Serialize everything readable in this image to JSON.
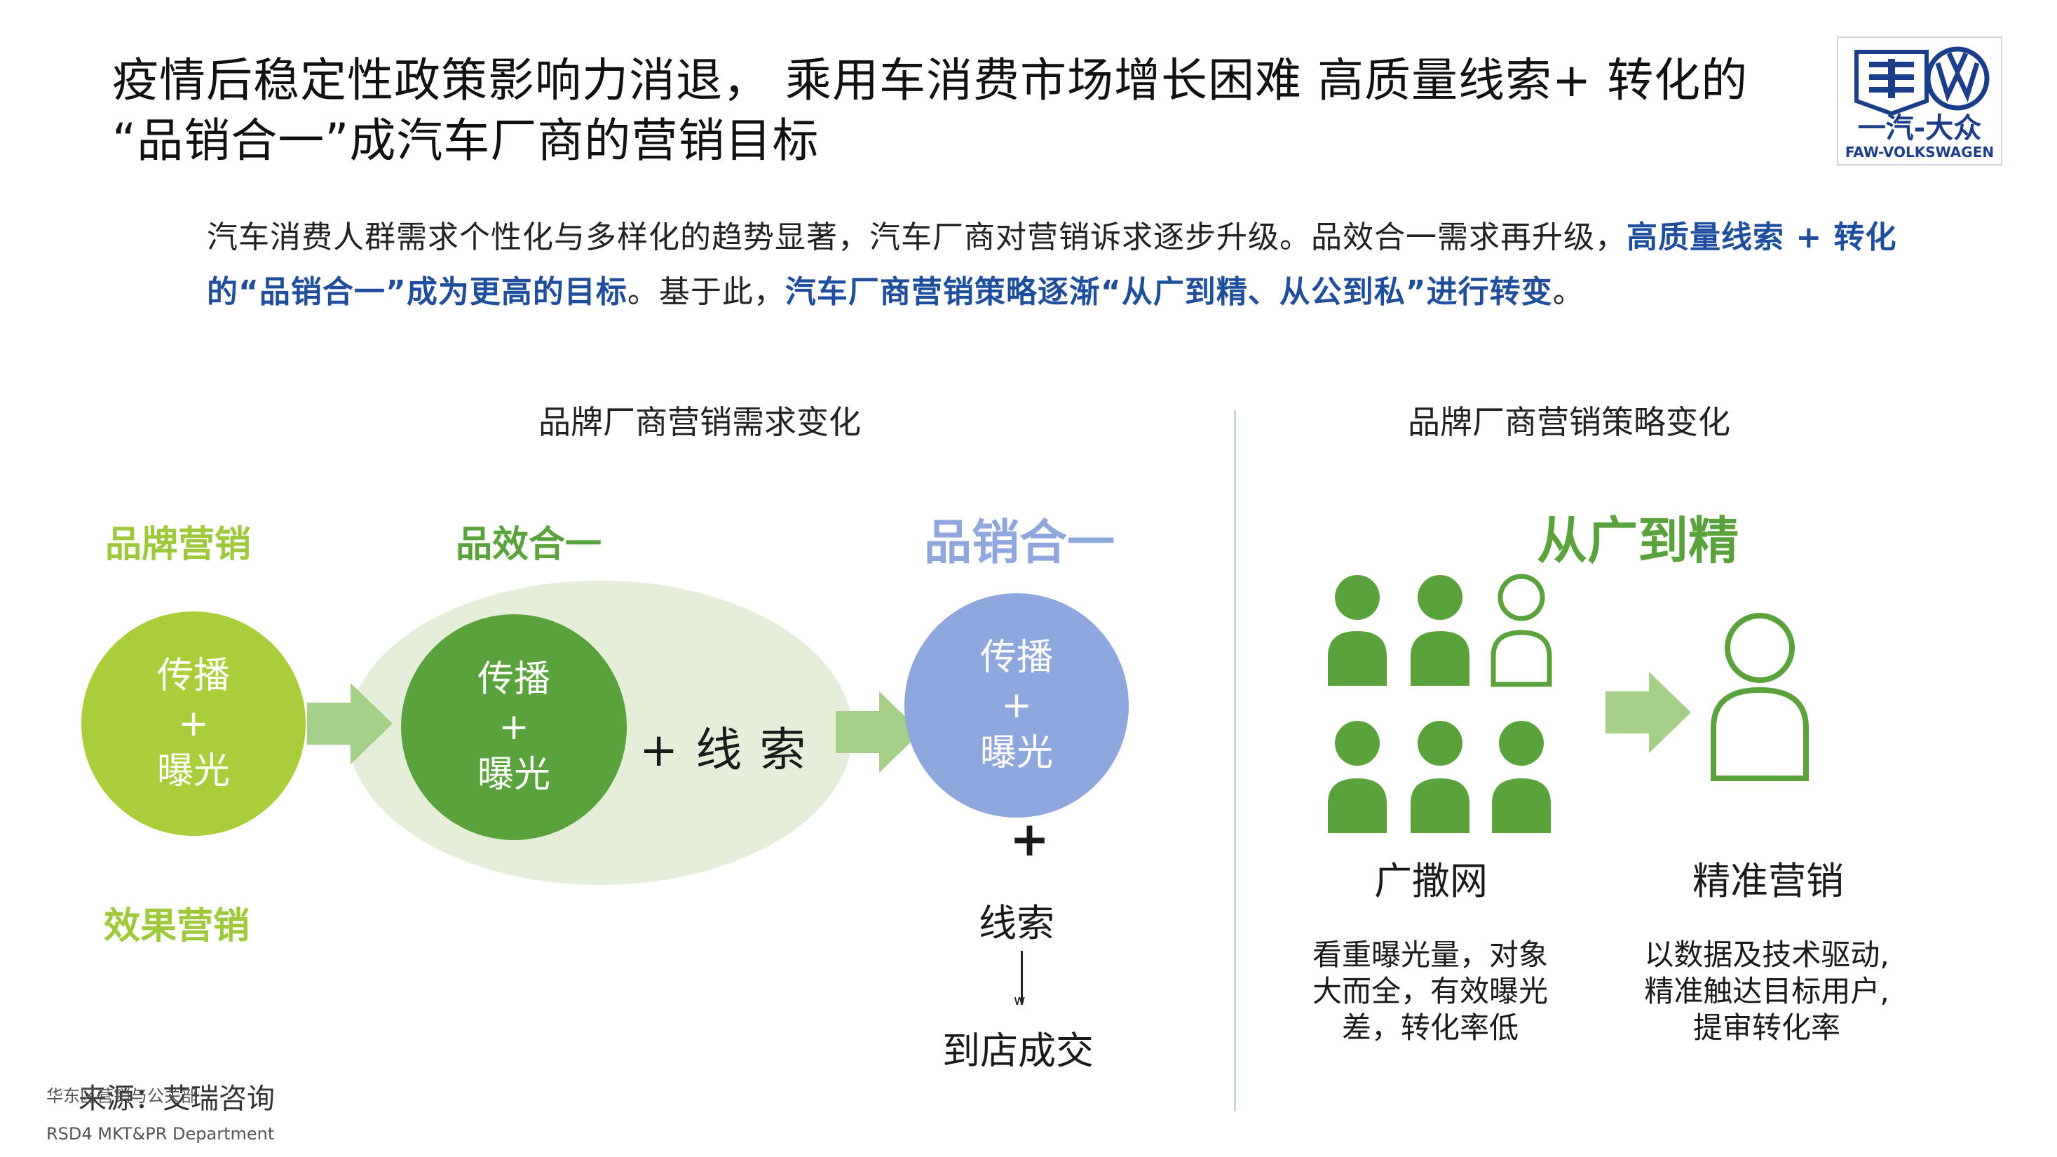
{
  "title": "疫情后稳定性政策影响力消退， 乘用车消费市场增长困难 高质量线索+ 转化的 “品销合一”成汽车厂商的营销目标",
  "logo": {
    "name": "一汽-大众",
    "sub": "FAW-VOLKSWAGEN"
  },
  "intro": {
    "p1": "汽车消费人群需求个性化与多样化的趋势显著，汽车厂商对营销诉求逐步升级。品效合一需求再升级，",
    "h1": "高质量线索 + 转化的“品销合一”成为更高的目标",
    "p2": "。基于此，",
    "h2": "汽车厂商营销策略逐渐“从广到精、从公到私”进行转变",
    "p3": "。"
  },
  "left": {
    "section_title": "品牌厂商营销需求变化",
    "brand_label": "品牌营销",
    "effect_label": "效果营销",
    "pinxiao_label": "品效合一",
    "pinxiaoheyi_label": "品销合一",
    "circle1": {
      "l1": "传播",
      "l2": "+",
      "l3": "曝光"
    },
    "circle2": {
      "l1": "传播",
      "l2": "+",
      "l3": "曝光"
    },
    "circle3": {
      "l1": "传播",
      "l2": "+",
      "l3": "曝光"
    },
    "plus_leads": "+ 线 索",
    "plus": "+",
    "leads": "线索",
    "w": "w",
    "deal": "到店成交"
  },
  "right": {
    "section_title": "品牌厂商营销策略变化",
    "headline": "从广到精",
    "broad_label": "广撒网",
    "broad_desc": [
      "看重曝光量，对象",
      "大而全，有效曝光",
      "差，转化率低"
    ],
    "precise_label": "精准营销",
    "precise_desc": [
      "以数据及技术驱动,",
      "精准触达目标用户,",
      "提审转化率"
    ]
  },
  "footer": {
    "source": "来源：艾瑞咨询",
    "dept_cn": "华东区营销与公关部",
    "dept_en": "RSD4 MKT&PR Department"
  },
  "colors": {
    "lime": "#a9ce3a",
    "green": "#5aa33c",
    "light_green_ellipse": "#e4eed8",
    "blue": "#8ea7dc",
    "arrow": "#a6d08a",
    "title_blue": "#1f4e9c"
  }
}
